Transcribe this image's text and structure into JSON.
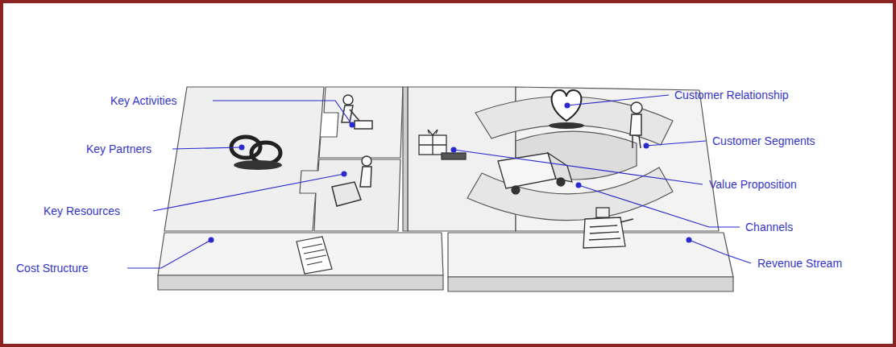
{
  "diagram": {
    "labels": [
      "Key Activities",
      "Key Partners",
      "Key Resources",
      "Cost Structure",
      "Customer Relationship",
      "Customer Segments",
      "Value Proposition",
      "Channels",
      "Revenue Stream"
    ]
  }
}
